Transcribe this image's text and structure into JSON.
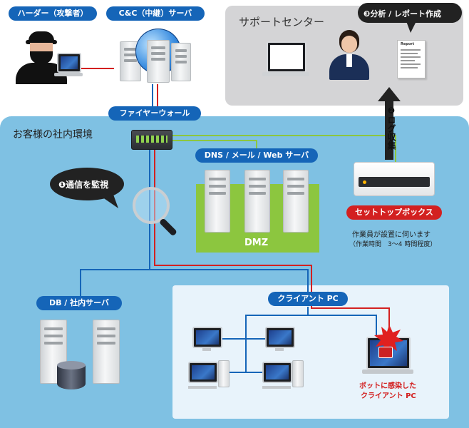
{
  "labels": {
    "attacker": "ハーダー（攻撃者）",
    "cc_server": "C&C（中継）サーバ",
    "support_center": "サポートセンター",
    "analysis_report": "❸分析 / レポート作成",
    "firewall": "ファイヤーウォール",
    "customer_network": "お客様の社内環境",
    "dns_server": "DNS / メール / Web サーバ",
    "log_collect": "❷ログ収集",
    "monitor_comm": "❶通信を監視",
    "dmz": "DMZ",
    "set_top_box": "セットトップボックス",
    "install_note_1": "作業員が設置に伺います",
    "install_note_2": "（作業時間　3〜4 時間程度）",
    "db_server": "DB / 社内サーバ",
    "client_pc": "クライアント PC",
    "infected_pc_1": "ボットに感染した",
    "infected_pc_2": "クライアント PC",
    "report_title": "Report"
  },
  "colors": {
    "blue_line": "#1565b8",
    "red_line": "#d32020",
    "green_line": "#8cc63f",
    "customer_bg": "#7fc1e3",
    "support_bg": "#d4d4d6",
    "dmz_bg": "#8cc63f",
    "client_bg": "#e8f3fb"
  }
}
